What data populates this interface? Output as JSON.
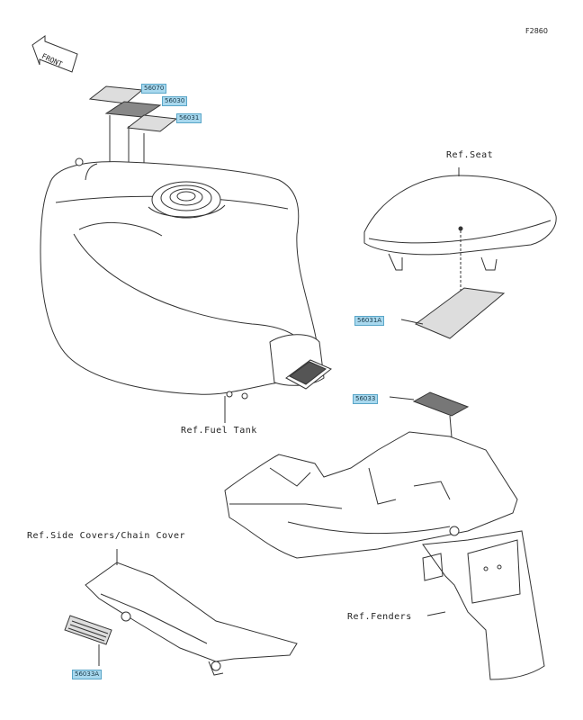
{
  "figure_code": "F2860",
  "front_label": "FRONT",
  "parts": [
    {
      "id": "p56070",
      "number": "56070"
    },
    {
      "id": "p56030",
      "number": "56030"
    },
    {
      "id": "p56031",
      "number": "56031"
    },
    {
      "id": "p56031A",
      "number": "56031A"
    },
    {
      "id": "p56033",
      "number": "56033"
    },
    {
      "id": "p56033A",
      "number": "56033A"
    }
  ],
  "references": {
    "seat": "Ref.Seat",
    "fuel_tank": "Ref.Fuel Tank",
    "side_covers": "Ref.Side Covers/Chain Cover",
    "fenders": "Ref.Fenders"
  },
  "colors": {
    "part_label_bg": "#a8d8ee",
    "line": "#333333",
    "label_fill": "#dddddd"
  }
}
